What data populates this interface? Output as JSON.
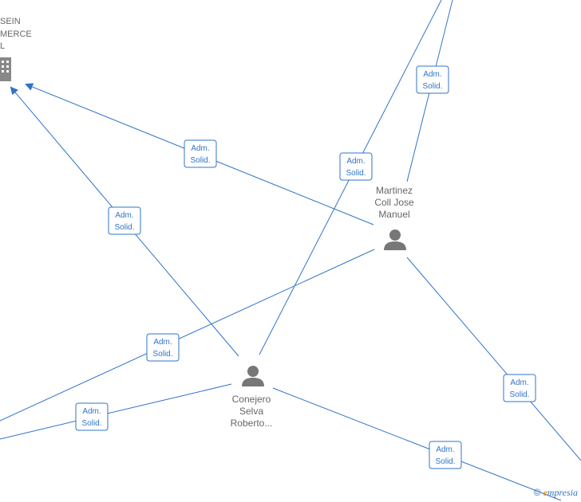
{
  "company": {
    "name_lines": [
      "SEIN",
      "MERCE",
      "L"
    ],
    "icon": "building-icon"
  },
  "persons": [
    {
      "id": "martinez",
      "name_lines": [
        "Martinez",
        "Coll Jose",
        "Manuel"
      ],
      "icon": "person-icon"
    },
    {
      "id": "conejero",
      "name_lines": [
        "Conejero",
        "Selva",
        "Roberto..."
      ],
      "icon": "person-icon"
    }
  ],
  "edge_label": [
    "Adm.",
    "Solid."
  ],
  "watermark": {
    "copyright": "©",
    "brand_initial": "e",
    "brand_rest": "mpresia"
  },
  "colors": {
    "edge": "#2f74c8",
    "node_text": "#666666",
    "icon": "#777777",
    "brand_accent": "#e8901c"
  }
}
